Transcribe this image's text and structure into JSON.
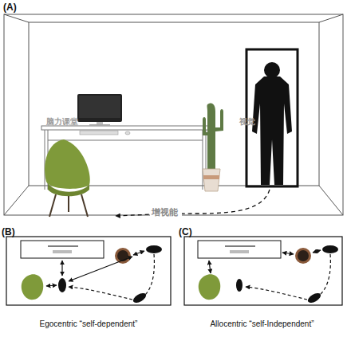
{
  "diagram": {
    "nodes": [
      {
        "text": [
          "(B)",
          "Egocentric “self-dependent”"
        ]
      },
      {
        "text": [
          "(C)",
          "Allocentric “self-Independent”"
        ]
      }
    ],
    "labels": [
      "(A)",
      "脑力课堂",
      "视觉",
      "增视能"
    ]
  }
}
